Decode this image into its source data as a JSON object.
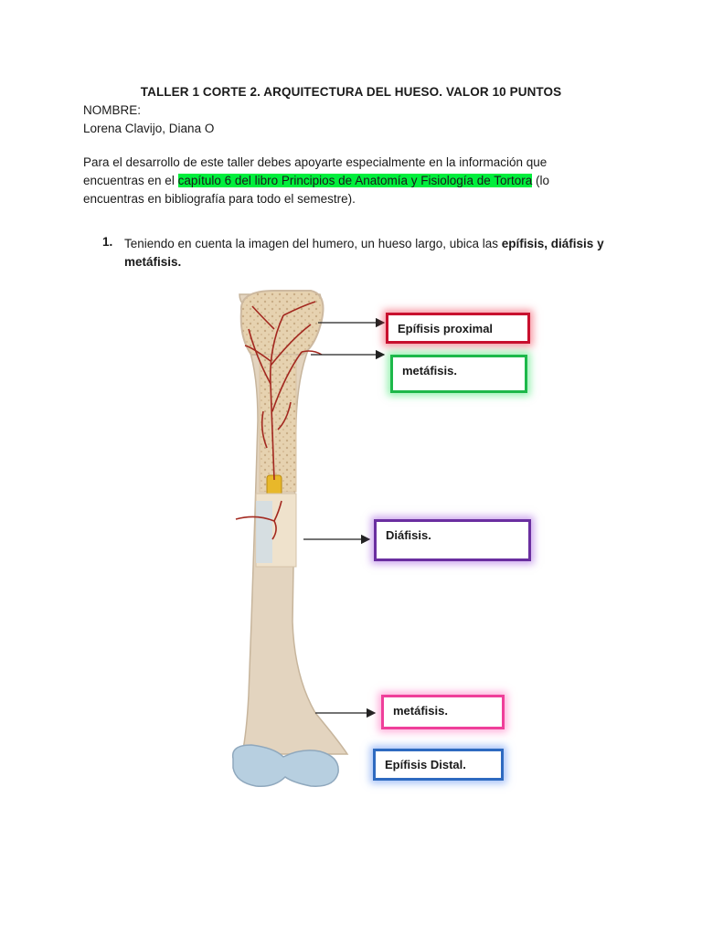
{
  "document": {
    "title": "TALLER 1 CORTE 2. ARQUITECTURA DEL HUESO. VALOR 10 PUNTOS",
    "name_label": "NOMBRE:",
    "names": "Lorena Clavijo, Diana O",
    "intro": {
      "line1": "Para el desarrollo de este taller debes  apoyarte especialmente en la información que",
      "line2_before": "encuentras en el ",
      "line2_highlight": "capítulo 6 del libro Principios de Anatomía y Fisiología de Tortora",
      "line2_after": " (lo",
      "line3": "encuentras en bibliografía para todo el semestre)."
    },
    "question": {
      "number": "1.",
      "text_start": "Teniendo en cuenta la imagen del humero, un hueso largo, ubica las ",
      "text_bold": "epífisis, diáfisis y metáfisis."
    }
  },
  "figure": {
    "labels": {
      "epifisis_proximal": "Epífisis proximal",
      "metafisis_proximal": "metáfisis.",
      "diafisis": "Diáfisis.",
      "metafisis_distal": "metáfisis.",
      "epifisis_distal": "Epífisis Distal."
    },
    "colors": {
      "red": "#c8102e",
      "green": "#1db84a",
      "purple": "#6a2fa0",
      "pink": "#ef3f9a",
      "blue": "#2e6ac0",
      "highlight": "#00ee3c",
      "bone": "#e3d4bf",
      "cartilage": "#b7cfe0"
    }
  }
}
